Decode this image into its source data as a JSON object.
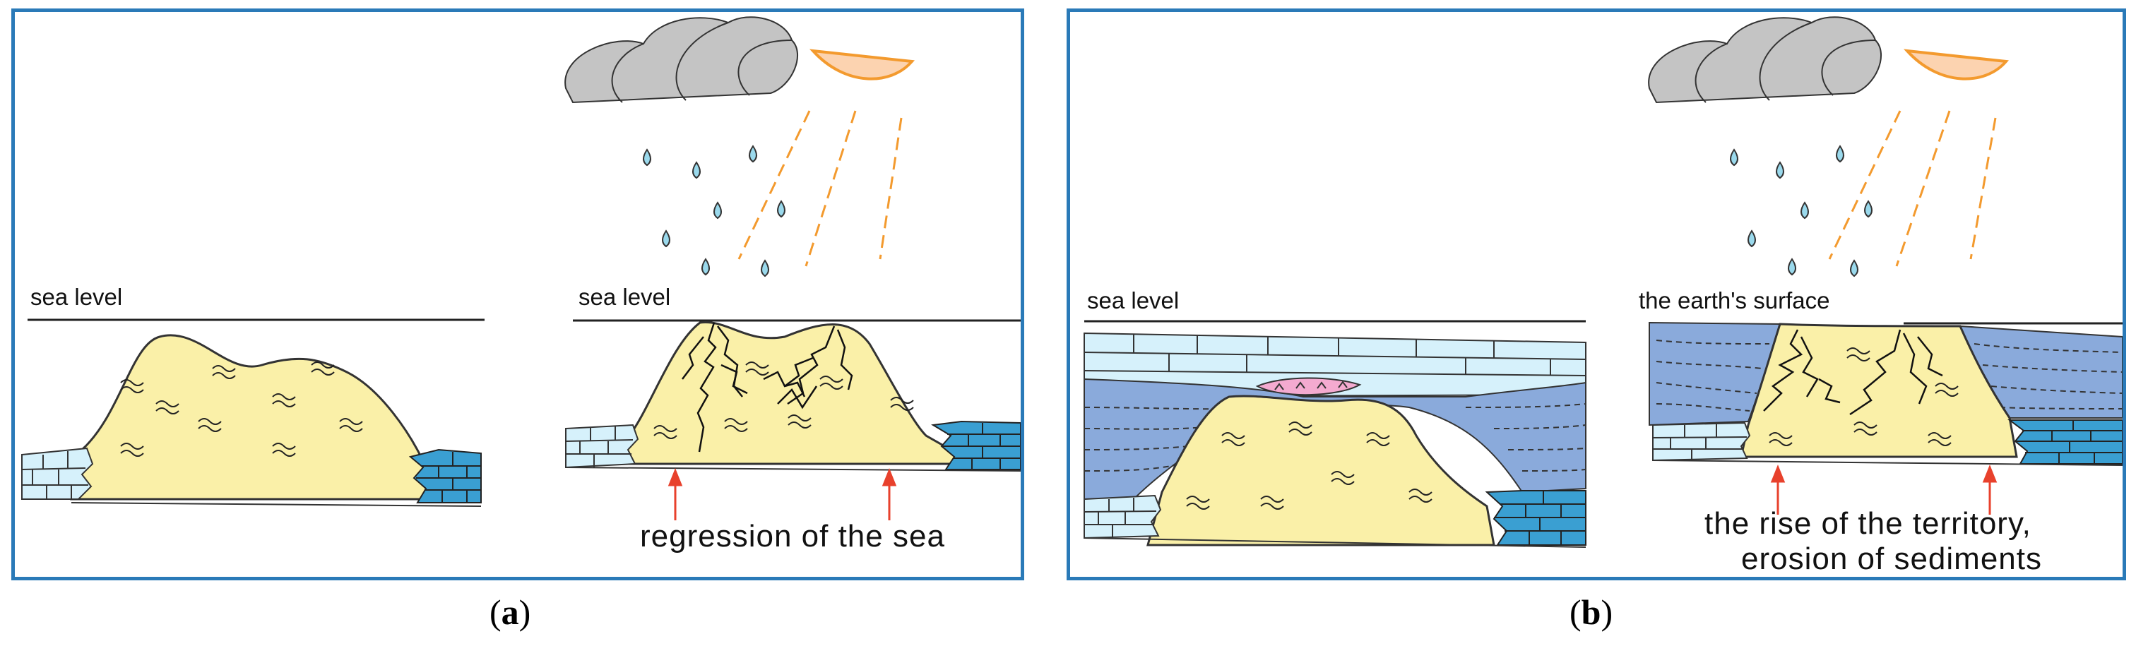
{
  "panel_a": {
    "caption_letter": "a",
    "left_label": "sea level",
    "right_label": "sea level",
    "bottom_label": "regression of the sea"
  },
  "panel_b": {
    "caption_letter": "b",
    "left_label": "sea level",
    "right_label": "the earth's surface",
    "bottom_label_line1": "the rise of the territory,",
    "bottom_label_line2": "erosion of sediments"
  },
  "colors": {
    "frame": "#2a7ab8",
    "sand": "#faf0a8",
    "limestone_light": "#d6f1fb",
    "limestone_dark": "#3a9fd2",
    "deep_water": "#8aaadb",
    "cloud": "#c4c4c4",
    "sun": "#fcd3b0",
    "rain_drop": "#9ad9ec",
    "sun_ray": "#f39a2e",
    "arrow": "#e8412c",
    "pink_lens": "#f4aad0"
  }
}
